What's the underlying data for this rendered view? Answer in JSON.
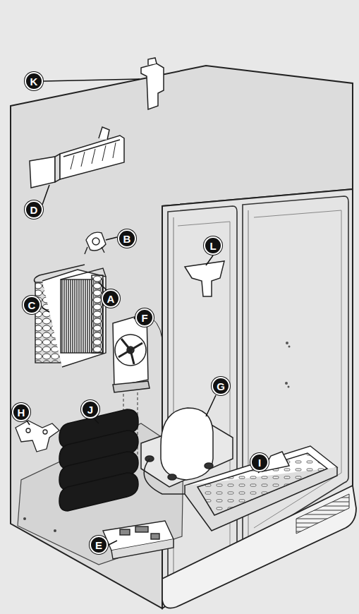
{
  "diagram": {
    "labels": [
      "K",
      "D",
      "B",
      "A",
      "C",
      "F",
      "L",
      "G",
      "H",
      "J",
      "I",
      "E"
    ]
  }
}
